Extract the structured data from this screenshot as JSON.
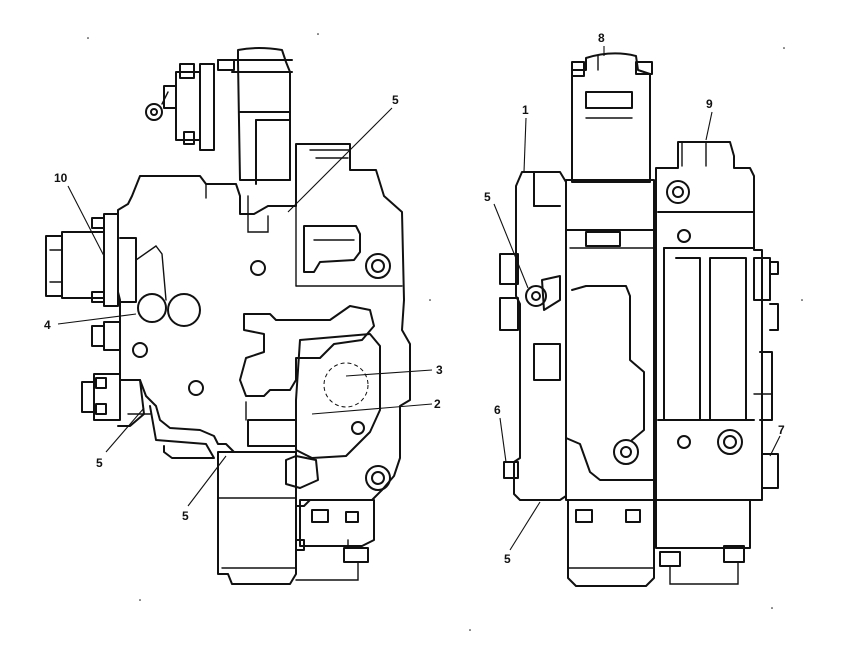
{
  "callouts": {
    "left_view": [
      "5",
      "10",
      "4",
      "3",
      "2",
      "5",
      "5"
    ],
    "right_view": [
      "8",
      "9",
      "1",
      "5",
      "6",
      "7",
      "5"
    ]
  }
}
